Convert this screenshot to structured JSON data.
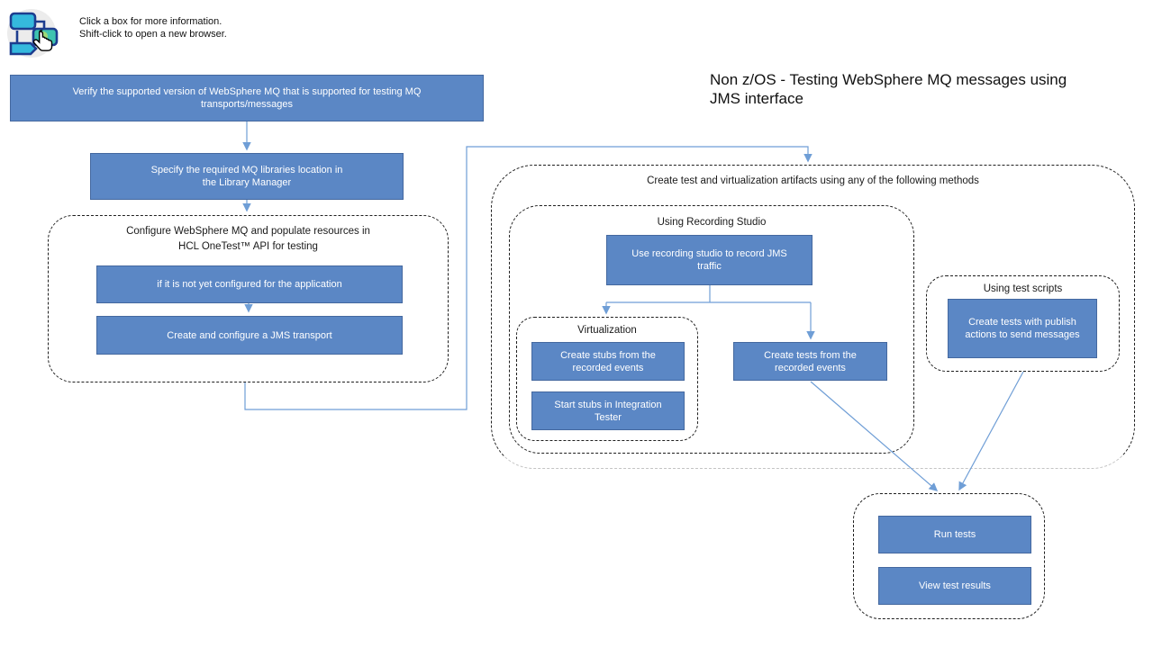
{
  "header": {
    "instructions_lines": [
      "Click a box for more information.",
      "Shift-click to open a new browser."
    ],
    "title_lines": [
      "Non z/OS - Testing WebSphere MQ messages using",
      "JMS interface"
    ],
    "icon": "flowchart-click-icon"
  },
  "colors": {
    "node_fill": "#5b87c5",
    "node_border": "#44689f",
    "node_text": "#ffffff",
    "connector": "#6f9ed6",
    "group_border": "#1f1f1f",
    "group_border_faded": "#c4c4c4"
  },
  "nodes": {
    "verify": {
      "lines": [
        "Verify the supported version of WebSphere MQ that is supported for testing MQ",
        "transports/messages"
      ]
    },
    "specify": {
      "lines": [
        "Specify the required MQ libraries location in",
        "the Library Manager"
      ]
    },
    "not_configured": {
      "lines": [
        "if it is not yet configured for the application"
      ]
    },
    "jms_transport": {
      "lines": [
        "Create and configure a JMS transport"
      ]
    },
    "use_recording": {
      "lines": [
        "Use recording studio to record JMS",
        "traffic"
      ]
    },
    "create_stubs": {
      "lines": [
        "Create stubs from the",
        "recorded events"
      ]
    },
    "start_stubs": {
      "lines": [
        "Start stubs in Integration",
        "Tester"
      ]
    },
    "create_tests_recorded": {
      "lines": [
        "Create tests from the",
        "recorded events"
      ]
    },
    "create_tests_publish": {
      "lines": [
        "Create tests with publish",
        "actions to send messages"
      ]
    },
    "run_tests": {
      "lines": [
        "Run tests"
      ]
    },
    "view_results": {
      "lines": [
        "View test results"
      ]
    }
  },
  "groups": {
    "configure": {
      "lines": [
        "Configure WebSphere MQ and populate resources in",
        "HCL OneTest™ API for testing"
      ]
    },
    "artifacts": {
      "lines": [
        "Create test and virtualization artifacts using any of the following methods"
      ]
    },
    "recording": {
      "lines": [
        "Using Recording Studio"
      ]
    },
    "virtualization": {
      "lines": [
        "Virtualization"
      ]
    },
    "scripts": {
      "lines": [
        "Using test scripts"
      ]
    }
  }
}
